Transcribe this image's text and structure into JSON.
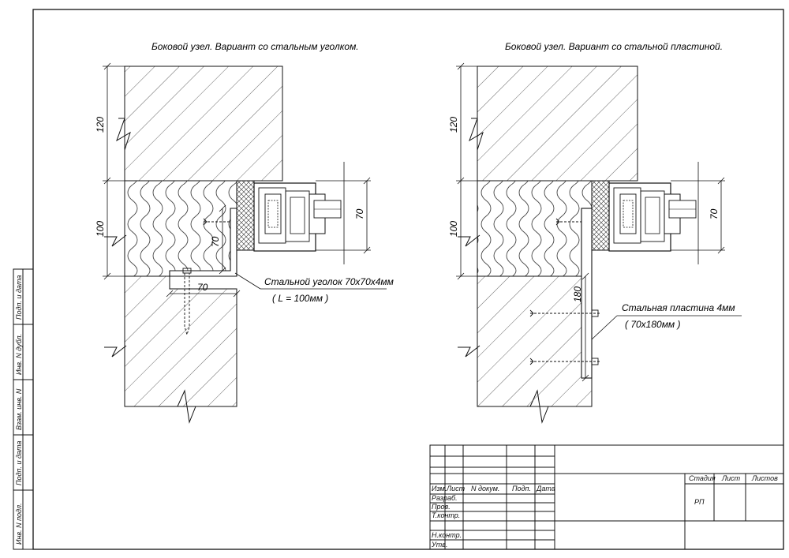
{
  "left": {
    "title": "Боковой узел. Вариант со стальным уголком.",
    "dims": {
      "h120": "120",
      "h100": "100",
      "h70_right": "70",
      "h70_angle": "70",
      "w70": "70"
    },
    "callout": {
      "line1": "Стальной уголок 70х70х4мм",
      "line2": "( L = 100мм )"
    }
  },
  "right": {
    "title": "Боковой узел. Вариант со стальной пластиной.",
    "dims": {
      "h120": "120",
      "h100": "100",
      "h70_right": "70",
      "h180": "180"
    },
    "callout": {
      "line1": "Стальная пластина 4мм",
      "line2": "( 70х180мм )"
    }
  },
  "side_stamp": [
    "Подп. и дата",
    "Инв. N дубл.",
    "Взам. инв. N",
    "Подп. и дата",
    "Инв. N подл."
  ],
  "title_block": {
    "columns": [
      "Изм.",
      "Лист",
      "N докум.",
      "Подп.",
      "Дата"
    ],
    "roles": [
      "Разраб.",
      "Пров.",
      "Т.контр.",
      "",
      "Н.контр.",
      "Утв."
    ],
    "stage_headers": [
      "Стадия",
      "Лист",
      "Листов"
    ],
    "stage_value": "РП"
  }
}
